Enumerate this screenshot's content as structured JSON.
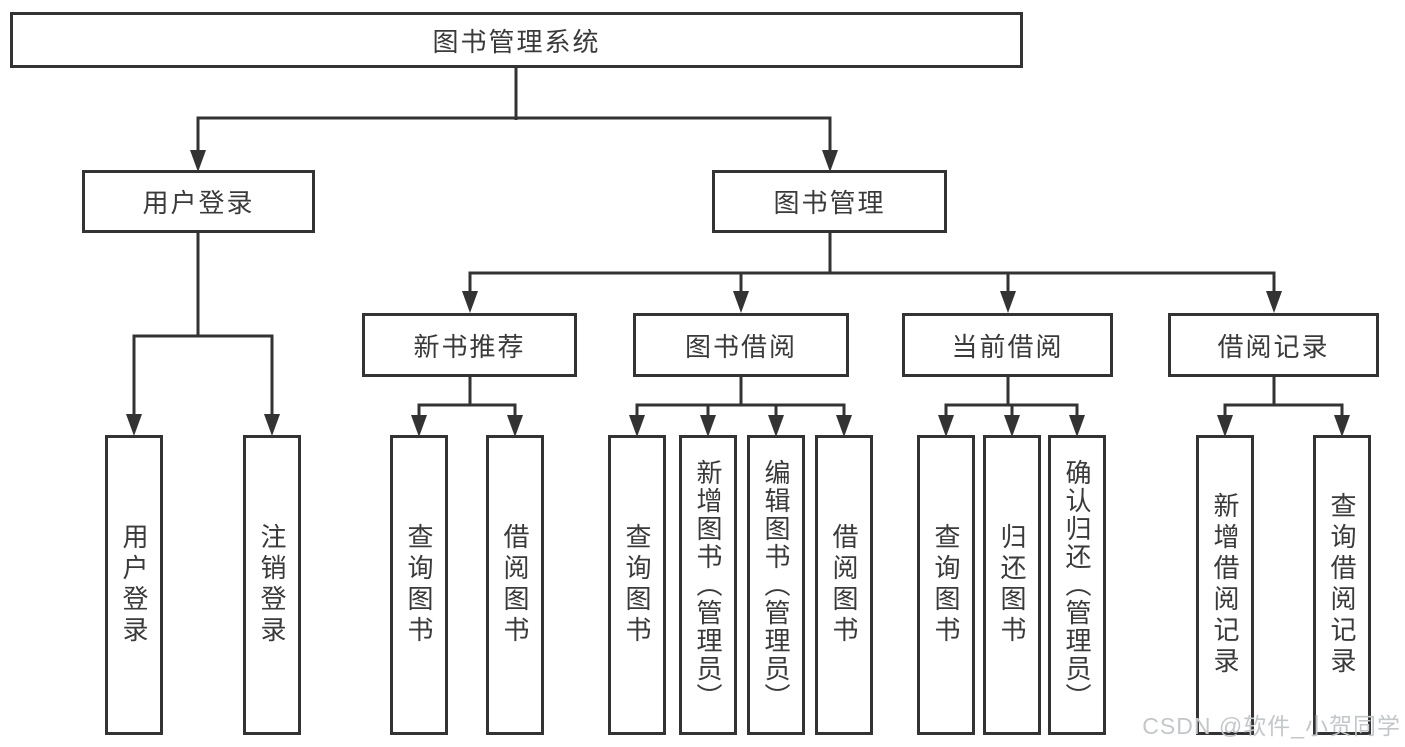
{
  "diagram": {
    "root": {
      "label": "图书管理系统"
    },
    "level2": [
      {
        "id": "user-login",
        "label": "用户登录"
      },
      {
        "id": "book-management",
        "label": "图书管理"
      }
    ],
    "level3": [
      {
        "id": "new-book-recommend",
        "label": "新书推荐"
      },
      {
        "id": "book-borrow",
        "label": "图书借阅"
      },
      {
        "id": "current-borrow",
        "label": "当前借阅"
      },
      {
        "id": "borrow-records",
        "label": "借阅记录"
      }
    ],
    "leaves": {
      "user_login": [
        "用户登录",
        "注销登录"
      ],
      "new_book": [
        "查询图书",
        "借阅图书"
      ],
      "book_borrow": [
        "查询图书",
        "新增图书（管理员）",
        "编辑图书（管理员）",
        "借阅图书"
      ],
      "current_borrow": [
        "查询图书",
        "归还图书",
        "确认归还（管理员）"
      ],
      "borrow_records": [
        "新增借阅记录",
        "查询借阅记录"
      ]
    }
  },
  "watermark": {
    "text": "CSDN @软件_小贺同学"
  },
  "colors": {
    "line": "#333333",
    "text": "#3a3a3a",
    "watermark": "#c3c7ca",
    "background": "#ffffff"
  }
}
